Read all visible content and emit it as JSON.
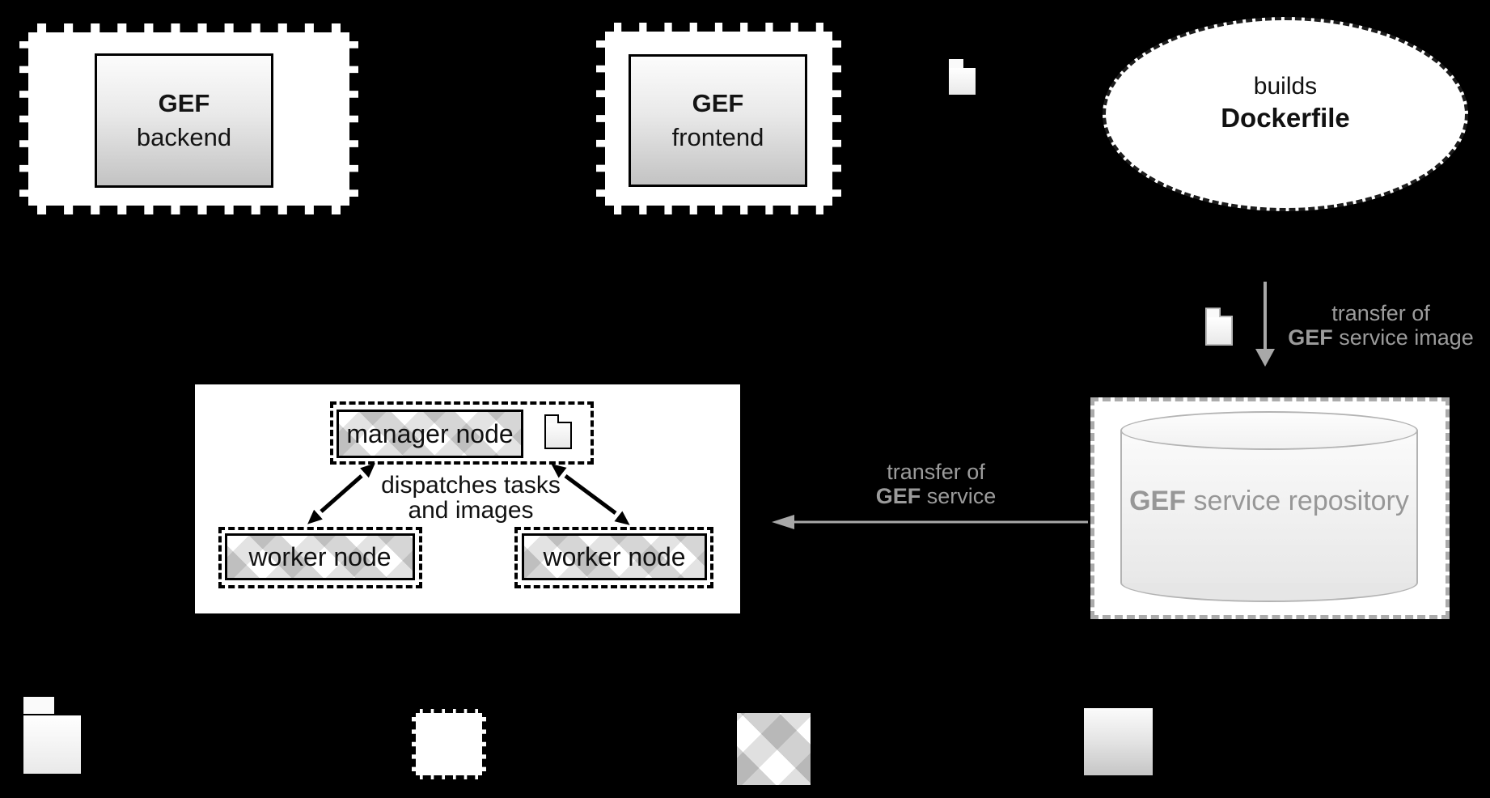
{
  "colors": {
    "background": "#000000",
    "box_fill": "#ffffff",
    "component_gradient_top": "#fcfcfc",
    "component_gradient_bottom": "#c3c3c3",
    "text_dark": "#111111",
    "text_gray": "#9b9b9b",
    "arrow_gray": "#a8a8a8",
    "repository_border": "#ababab",
    "cylinder_stroke": "#b3b3b3",
    "camo_gray": "#c6c6c6"
  },
  "hosts": {
    "backend_host": {
      "component": {
        "title": "GEF",
        "subtitle": "backend"
      }
    },
    "frontend_host": {
      "component": {
        "title": "GEF",
        "subtitle": "frontend"
      }
    }
  },
  "builder_ellipse": {
    "line1": "builds",
    "line2": "Dockerfile"
  },
  "repository": {
    "name_bold": "GEF",
    "name_rest": " service repository"
  },
  "transfer_image_label": {
    "line1": "transfer of",
    "line2_bold": "GEF",
    "line2_rest": " service image"
  },
  "transfer_service_label": {
    "line1": "transfer of",
    "line2_bold": "GEF",
    "line2_rest": " service"
  },
  "cluster": {
    "manager_label": "manager node",
    "dispatch_line1": "dispatches tasks",
    "dispatch_line2": "and images",
    "worker_left_label": "worker node",
    "worker_right_label": "worker node"
  },
  "icons": {
    "top_file": "file-icon",
    "transfer_file": "file-icon",
    "manager_file": "file-icon",
    "legend_file": "file-icon",
    "legend_host_swatch": "dashed-host-swatch",
    "legend_camo_swatch": "cluster-pattern-swatch",
    "legend_component_swatch": "component-gradient-swatch"
  }
}
